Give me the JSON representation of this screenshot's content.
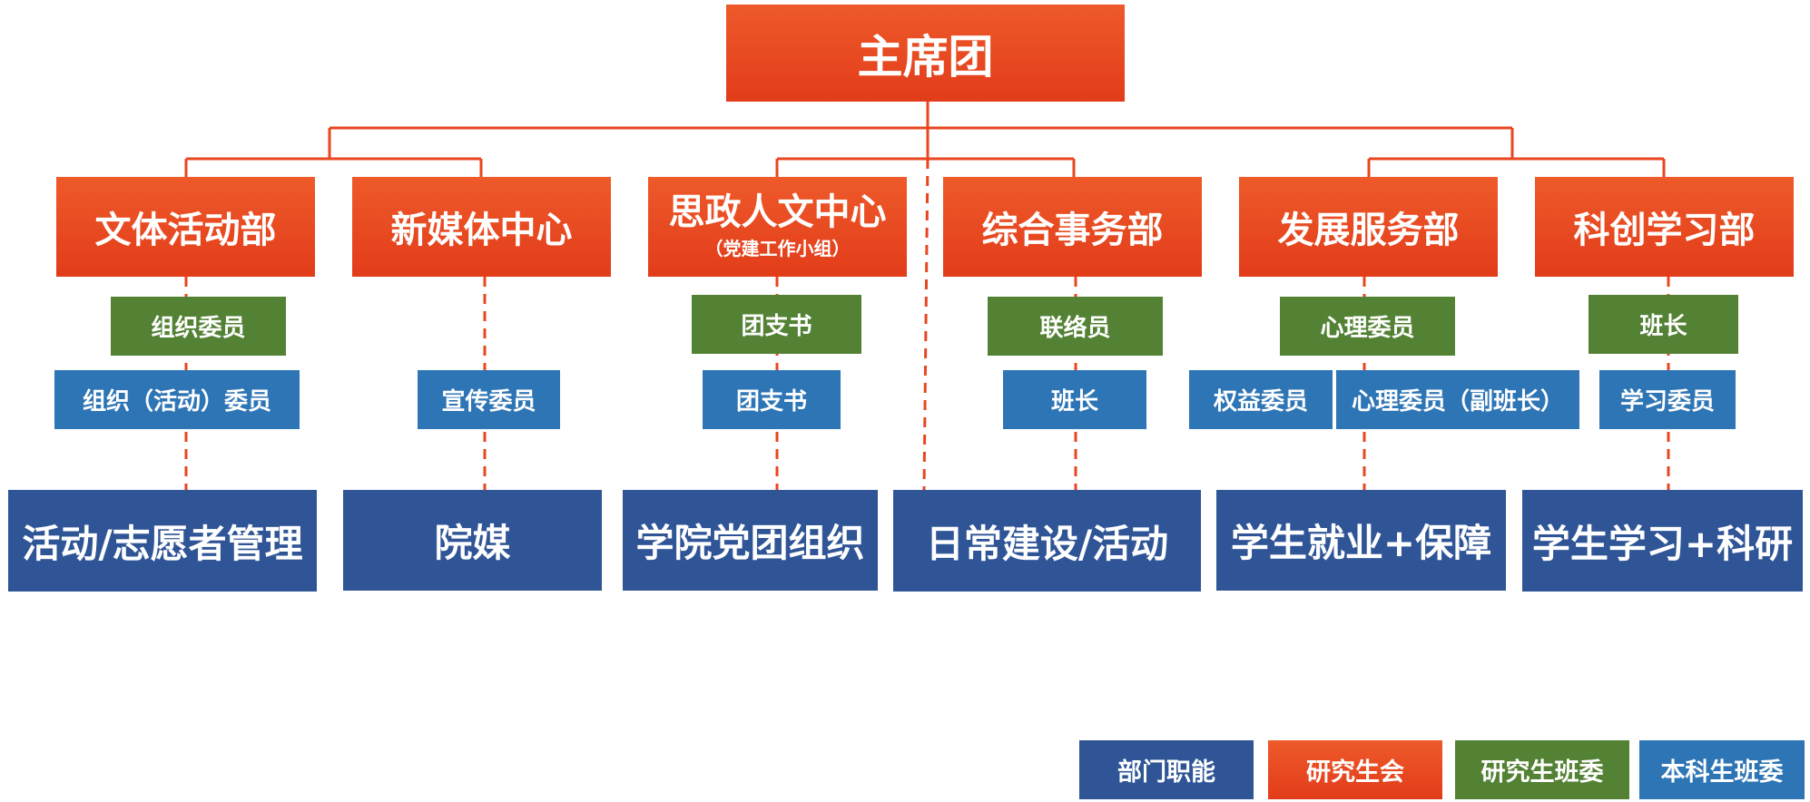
{
  "root": {
    "label": "主席团"
  },
  "departments": [
    {
      "name": "文体活动部"
    },
    {
      "name": "新媒体中心"
    },
    {
      "name": "思政人文中心",
      "sub": "（党建工作小组）"
    },
    {
      "name": "综合事务部"
    },
    {
      "name": "发展服务部"
    },
    {
      "name": "科创学习部"
    }
  ],
  "grad_roles": {
    "d1": "组织委员",
    "d3": "团支书",
    "d4": "联络员",
    "d5": "心理委员",
    "d6": "班长"
  },
  "undergrad_roles": {
    "d1": "组织（活动）委员",
    "d2": "宣传委员",
    "d3": "团支书",
    "d4": "班长",
    "d5a": "权益委员",
    "d5b": "心理委员（副班长）",
    "d6": "学习委员"
  },
  "functions": [
    "活动/志愿者管理",
    "院媒",
    "学院党团组织",
    "日常建设/活动",
    "学生就业+保障",
    "学生学习+科研"
  ],
  "legend": [
    {
      "label": "部门职能",
      "color": "#2f5597"
    },
    {
      "label": "研究生会",
      "color": "#e8461f"
    },
    {
      "label": "研究生班委",
      "color": "#548235"
    },
    {
      "label": "本科生班委",
      "color": "#2e75b6"
    }
  ],
  "colors": {
    "orange": "#e8461f",
    "green": "#548235",
    "blue": "#2e75b6",
    "navy": "#2f5597",
    "line": "#e8461f"
  }
}
